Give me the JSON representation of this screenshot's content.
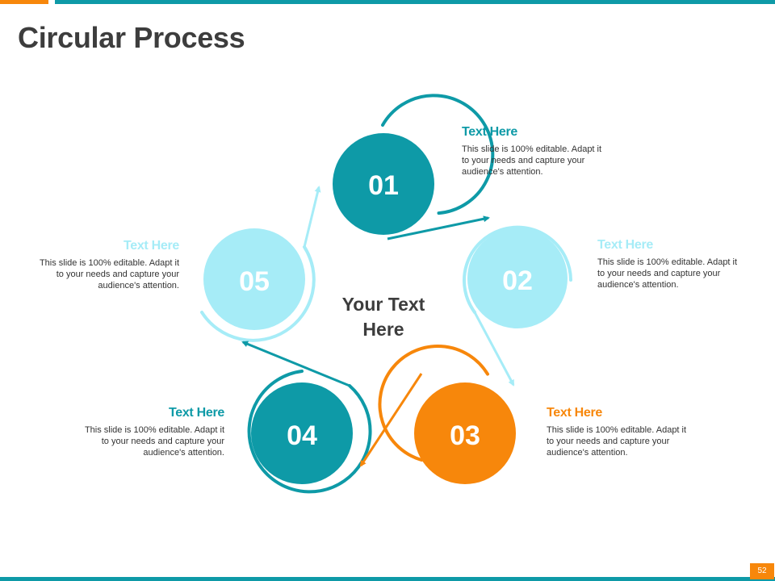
{
  "title": "Circular Process",
  "page_number": "52",
  "center_text": [
    "Your Text",
    "Here"
  ],
  "colors": {
    "teal": "#0e9aa7",
    "light_cyan": "#a6ecf7",
    "orange": "#f7870b",
    "title": "#3d3d3d"
  },
  "steps": [
    {
      "number": "01",
      "heading": "Text Here",
      "body": "This slide is 100% editable. Adapt it to your needs and capture your audience's attention.",
      "color": "#0e9aa7",
      "text_color": "#ffffff"
    },
    {
      "number": "02",
      "heading": "Text Here",
      "body": "This slide is 100% editable. Adapt it to your needs and capture your audience's attention.",
      "color": "#a6ecf7",
      "text_color": "#ffffff"
    },
    {
      "number": "03",
      "heading": "Text Here",
      "body": "This slide is 100% editable. Adapt it to your needs and capture your audience's attention.",
      "color": "#f7870b",
      "text_color": "#ffffff"
    },
    {
      "number": "04",
      "heading": "Text Here",
      "body": "This slide is 100% editable. Adapt it to your needs and capture your audience's attention.",
      "color": "#0e9aa7",
      "text_color": "#ffffff"
    },
    {
      "number": "05",
      "heading": "Text Here",
      "body": "This slide is 100% editable. Adapt it to your needs and capture your audience's attention.",
      "color": "#a6ecf7",
      "text_color": "#ffffff"
    }
  ]
}
